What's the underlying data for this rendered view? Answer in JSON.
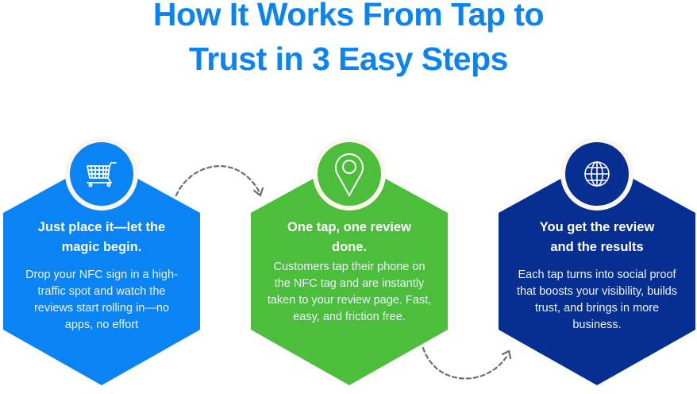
{
  "title": {
    "line1": "How It Works From Tap to",
    "line2": "Trust in 3 Easy Steps"
  },
  "colors": {
    "title": "#0a84f5",
    "step1": "#0a84f5",
    "step2": "#4cbe3c",
    "step3": "#062f91",
    "ring": "#fdf6ec",
    "arrow": "#6e6e6e"
  },
  "steps": [
    {
      "icon": "shopping-cart-icon",
      "heading": "Just place it—let the magic begin.",
      "body": "Drop your NFC sign in a high-traffic spot and watch the reviews start rolling in—no apps, no effort"
    },
    {
      "icon": "map-pin-icon",
      "heading": "One tap, one review done.",
      "body": "Customers tap their phone on the NFC tag and are instantly taken to your review page. Fast, easy, and friction free."
    },
    {
      "icon": "globe-icon",
      "heading": "You get the review and the results",
      "body": "Each tap turns into social proof that boosts your visibility, builds trust, and brings in more business."
    }
  ]
}
